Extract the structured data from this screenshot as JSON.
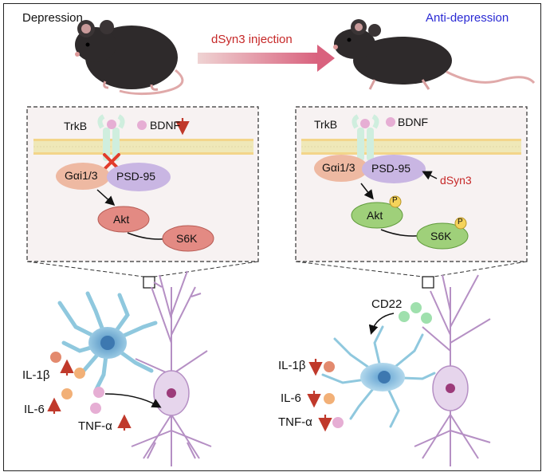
{
  "left": {
    "state_label": "Depression",
    "receptor_label": "TrkB",
    "ligand_label": "BDNF",
    "gai_label": "Gαi1/3",
    "psd_label": "PSD-95",
    "akt_label": "Akt",
    "s6k_label": "S6K",
    "cytokines": [
      "IL-1β",
      "IL-6",
      "TNF-α"
    ]
  },
  "right": {
    "state_label": "Anti-depression",
    "receptor_label": "TrkB",
    "ligand_label": "BDNF",
    "gai_label": "Gαi1/3",
    "psd_label": "PSD-95",
    "drug_label": "dSyn3",
    "akt_label": "Akt",
    "s6k_label": "S6K",
    "phospho_label": "P",
    "cd22_label": "CD22",
    "cytokines": [
      "IL-1β",
      "IL-6",
      "TNF-α"
    ]
  },
  "injection_label": "dSyn3 injection",
  "colors": {
    "up_arrow": "#c0392b",
    "down_arrow": "#c0392b",
    "anti_depression_text": "#2a2ad4",
    "injection_text": "#c62828",
    "akt_inactive": "#e38a83",
    "akt_active": "#9fd07a",
    "gai": "#eeb9a2",
    "psd95": "#c9b6e3",
    "bdnf": "#e6aed4",
    "trkb": "#cfeede",
    "neuron": "#b58fc4",
    "microglia": "#8fc8de",
    "cd22": "#9fe0ad"
  }
}
